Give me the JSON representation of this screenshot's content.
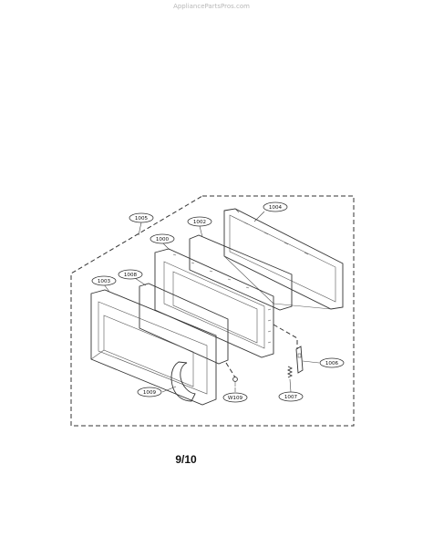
{
  "watermark": "AppliancePartsPros.com",
  "page_number": "9/10",
  "callouts": [
    {
      "id": "1005",
      "label": "1005"
    },
    {
      "id": "1002",
      "label": "1002"
    },
    {
      "id": "1000",
      "label": "1000"
    },
    {
      "id": "1004",
      "label": "1004"
    },
    {
      "id": "1003",
      "label": "1003"
    },
    {
      "id": "1008",
      "label": "1008"
    },
    {
      "id": "1009",
      "label": "1009"
    },
    {
      "id": "w109",
      "label": "W109"
    },
    {
      "id": "1007",
      "label": "1007"
    },
    {
      "id": "1006",
      "label": "1006"
    }
  ]
}
